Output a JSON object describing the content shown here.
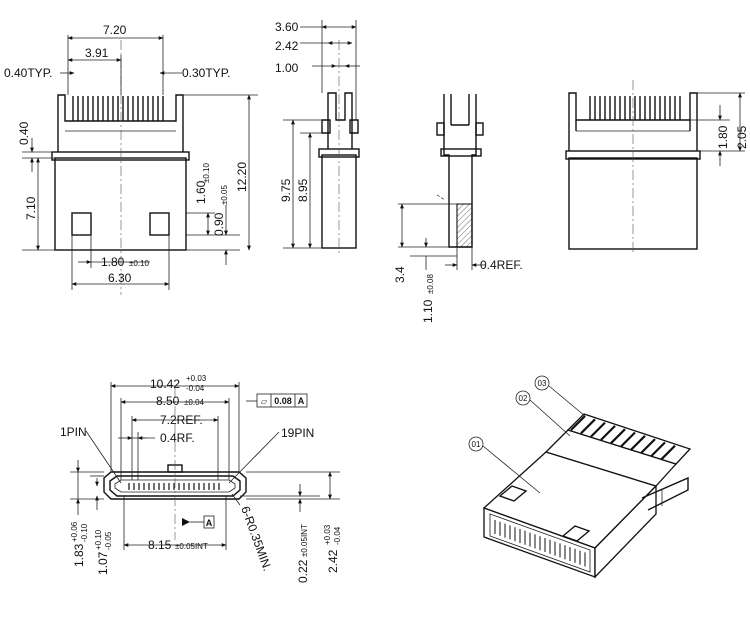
{
  "front_view": {
    "width_total": "7.20",
    "width_mid": "3.91",
    "pin_pitch_left": "0.40TYP.",
    "pin_pitch_right": "0.30TYP.",
    "height_top": "0.40",
    "height_left": "7.10",
    "height_right_main": "1.60",
    "height_right_main_tol": "±0.10",
    "height_right_sub": "0.90",
    "height_right_sub_tol": "±0.05",
    "height_total": "12.20",
    "width_bottom_mid": "1.80",
    "width_bottom_mid_tol": "±0.10",
    "width_bottom": "6.30"
  },
  "side_view": {
    "d1": "3.60",
    "d2": "2.42",
    "d3": "1.00",
    "h1": "9.75",
    "h2": "8.95"
  },
  "detail_view": {
    "h1": "3.4",
    "h2": "1.10",
    "h2_tol": "±0.08",
    "ref": "0.4REF."
  },
  "back_view": {
    "h1": "1.80",
    "h2": "2.05"
  },
  "end_view": {
    "w1": "10.42",
    "w1_tol_up": "+0.03",
    "w1_tol_dn": "-0.04",
    "w2": "8.50",
    "w2_tol": "±0.04",
    "flat_sym": "⏥",
    "flat_val": "0.08",
    "flat_datum": "A",
    "w3": "7.2REF.",
    "w4": "0.4RF.",
    "pin1": "1PIN",
    "pin19": "19PIN",
    "h_left1": "1.83",
    "h_left1_tol_up": "+0.06",
    "h_left1_tol_dn": "-0.10",
    "h_left2": "1.07",
    "h_left2_tol_up": "+0.10",
    "h_left2_tol_dn": "-0.05",
    "datum_label": "A",
    "radius_note": "6-R0.35MIN.",
    "w_bottom": "8.15",
    "w_bottom_tol": "±0.05INT",
    "h_right1": "0.22",
    "h_right1_tol": "±0.05INT",
    "h_right2": "2.42",
    "h_right2_tol_up": "+0.03",
    "h_right2_tol_dn": "-0.04"
  },
  "iso_view": {
    "callout1": "01",
    "callout2": "02",
    "callout3": "03"
  }
}
